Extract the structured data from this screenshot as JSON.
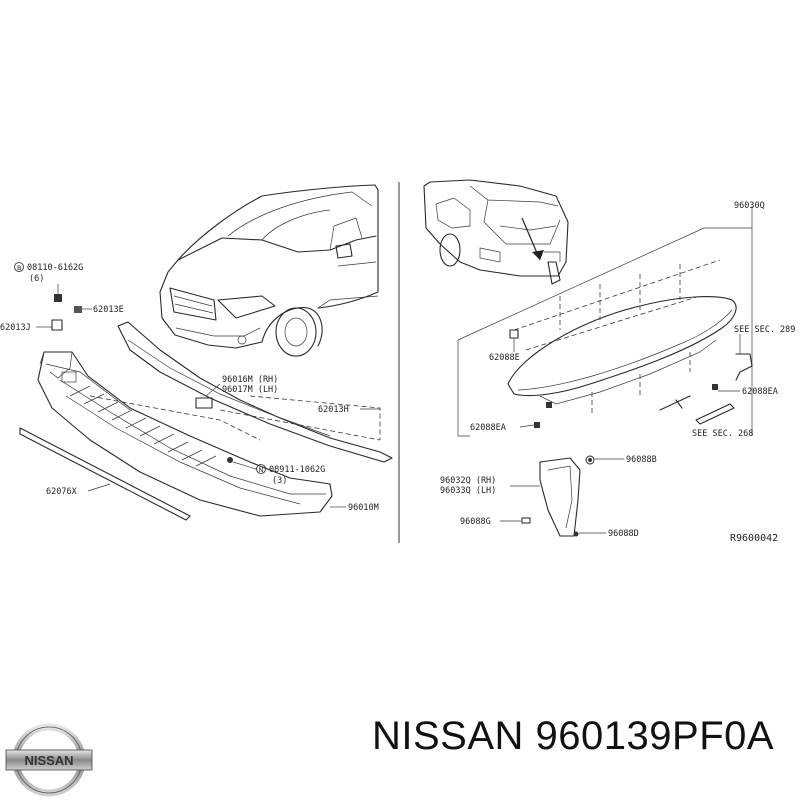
{
  "diagram": {
    "left_labels": {
      "bolt_b": "08110-6162G",
      "bolt_b_qty": "(6)",
      "clip_upper": "62013E",
      "clip_left": "62013J",
      "grille_rh": "96016M (RH)",
      "grille_lh": "96017M (LH)",
      "clip_right": "62013H",
      "nut_n": "08911-1062G",
      "nut_n_qty": "(3)",
      "strip": "62076X",
      "spoiler": "96010M"
    },
    "right_labels": {
      "spoiler_rear": "96030Q",
      "see_sec_289": "SEE SEC. 289",
      "clip_e": "62088E",
      "clip_ea_right": "62088EA",
      "clip_ea_left": "62088EA",
      "see_sec_268": "SEE SEC. 268",
      "cap_b": "96088B",
      "garnish_rh": "96032Q (RH)",
      "garnish_lh": "96033Q (LH)",
      "cap_g": "96088G",
      "cap_d": "96088D",
      "ref_code": "R9600042"
    }
  },
  "footer": {
    "title": "NISSAN 960139PF0A",
    "logo_text": "NISSAN"
  }
}
